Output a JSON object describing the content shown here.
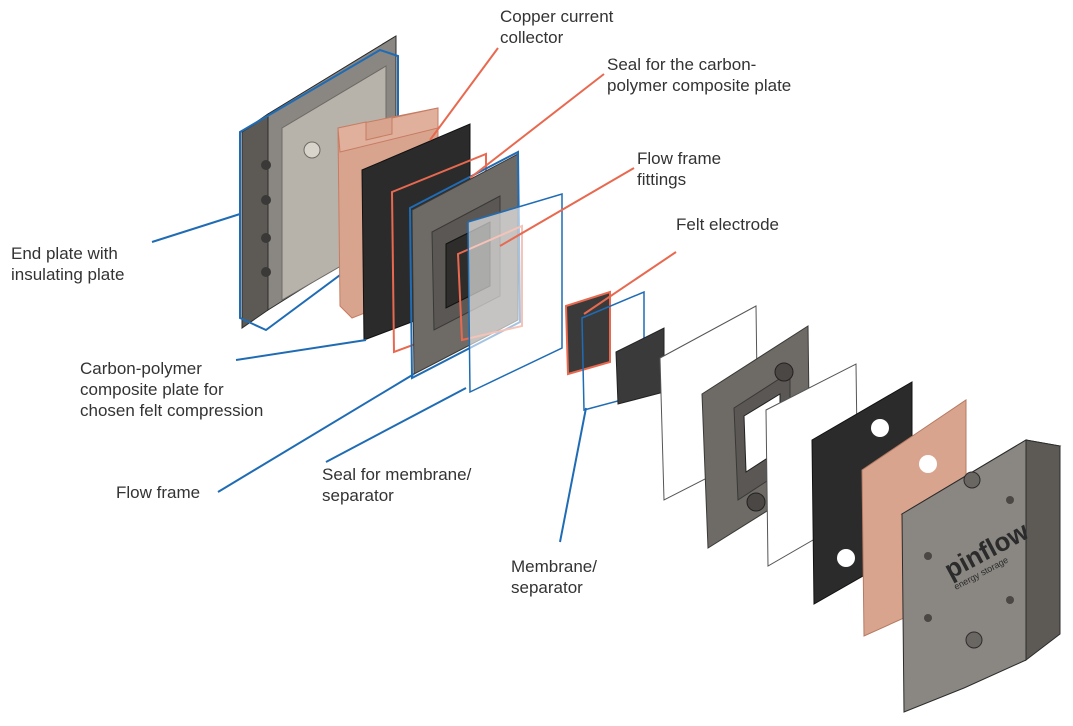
{
  "colors": {
    "orange_leader": "#e8694f",
    "blue_leader": "#1f6cb5",
    "copper": "#d9a48e",
    "graphite": "#2b2b2b",
    "steel": "#8a8782",
    "steel_dark": "#5d5a56",
    "frame_dark": "#6e6b67",
    "felt": "#3a3a3a"
  },
  "labels": {
    "copper_collector": [
      "Copper current",
      "collector"
    ],
    "seal_carbon": [
      "Seal for the carbon-",
      "polymer composite plate"
    ],
    "flow_frame_fittings": [
      "Flow frame",
      "fittings"
    ],
    "felt_electrode": [
      "Felt electrode"
    ],
    "end_plate": [
      "End plate with",
      "insulating plate"
    ],
    "carbon_polymer": [
      "Carbon-polymer",
      "composite plate for",
      "chosen felt compression"
    ],
    "flow_frame": [
      "Flow frame"
    ],
    "seal_membrane": [
      "Seal for membrane/",
      "separator"
    ],
    "membrane": [
      "Membrane/",
      "separator"
    ]
  },
  "logo": {
    "brand": "pinflow",
    "tagline": "energy storage"
  }
}
